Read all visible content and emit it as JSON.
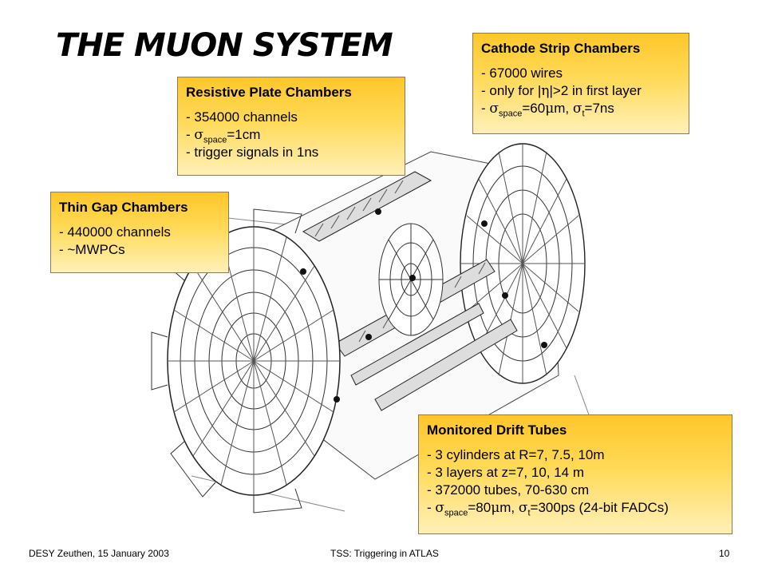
{
  "title": "THE MUON SYSTEM",
  "boxes": {
    "csc": {
      "header": "Cathode Strip Chambers",
      "l1": "- 67000 wires",
      "l2_pre": "- only for |",
      "l2_eta": "η",
      "l2_post": "|>2 in first layer",
      "l3_dash": "- ",
      "sigma": "σ",
      "l3_sub1": "space",
      "l3_mid": "=60",
      "mu": "μ",
      "l3_mid2": "m, ",
      "l3_sub2": "t",
      "l3_end": "=7ns"
    },
    "rpc": {
      "header": "Resistive Plate Chambers",
      "l1": "- 354000 channels",
      "l2_dash": "- ",
      "sigma": "σ",
      "l2_sub": "space",
      "l2_end": "=1cm",
      "l3": "- trigger signals in 1ns"
    },
    "tgc": {
      "header": "Thin Gap Chambers",
      "l1": "- 440000 channels",
      "l2": "- ~MWPCs"
    },
    "mdt": {
      "header": "Monitored Drift Tubes",
      "l1": "- 3 cylinders at R=7, 7.5, 10m",
      "l2": "- 3 layers at z=7, 10, 14 m",
      "l3": "- 372000 tubes, 70-630 cm",
      "l4_dash": "- ",
      "sigma": "σ",
      "l4_sub1": "space",
      "l4_mid": "=80",
      "mu": "μ",
      "l4_mid2": "m, ",
      "l4_sub2": "t",
      "l4_end": "=300ps (24-bit FADCs)"
    }
  },
  "footer": {
    "left": "DESY Zeuthen, 15 January 2003",
    "center": "TSS: Triggering in ATLAS",
    "right": "10"
  }
}
